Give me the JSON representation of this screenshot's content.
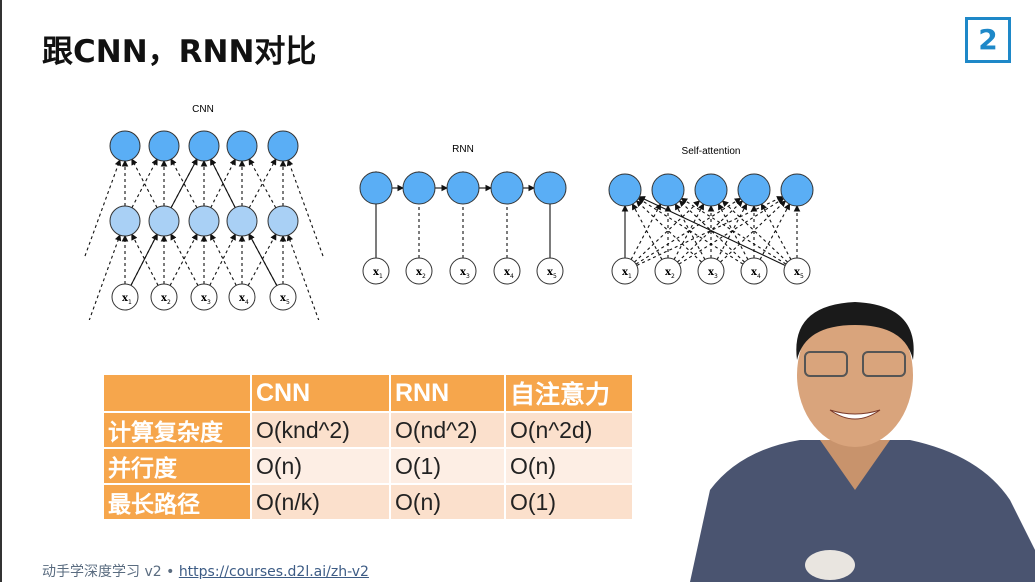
{
  "slide": {
    "title": "跟CNN，RNN对比",
    "logo": "d2l"
  },
  "diagrams": {
    "cnn_title": "CNN",
    "rnn_title": "RNN",
    "sa_title": "Self-attention",
    "inputs": [
      "x1",
      "x2",
      "x3",
      "x4",
      "x5"
    ]
  },
  "table": {
    "headers": [
      "",
      "CNN",
      "RNN",
      "自注意力"
    ],
    "rows": [
      [
        "计算复杂度",
        "O(knd^2)",
        "O(nd^2)",
        "O(n^2d)"
      ],
      [
        "并行度",
        "O(n)",
        "O(1)",
        "O(n)"
      ],
      [
        "最长路径",
        "O(n/k)",
        "O(n)",
        "O(1)"
      ]
    ]
  },
  "footer": {
    "text": "动手学深度学习 v2 • ",
    "link": "https://courses.d2l.ai/zh-v2"
  },
  "colors": {
    "accent": "#f6a64c",
    "node_dark": "#5aaef5",
    "node_light": "#a9d0f5"
  }
}
